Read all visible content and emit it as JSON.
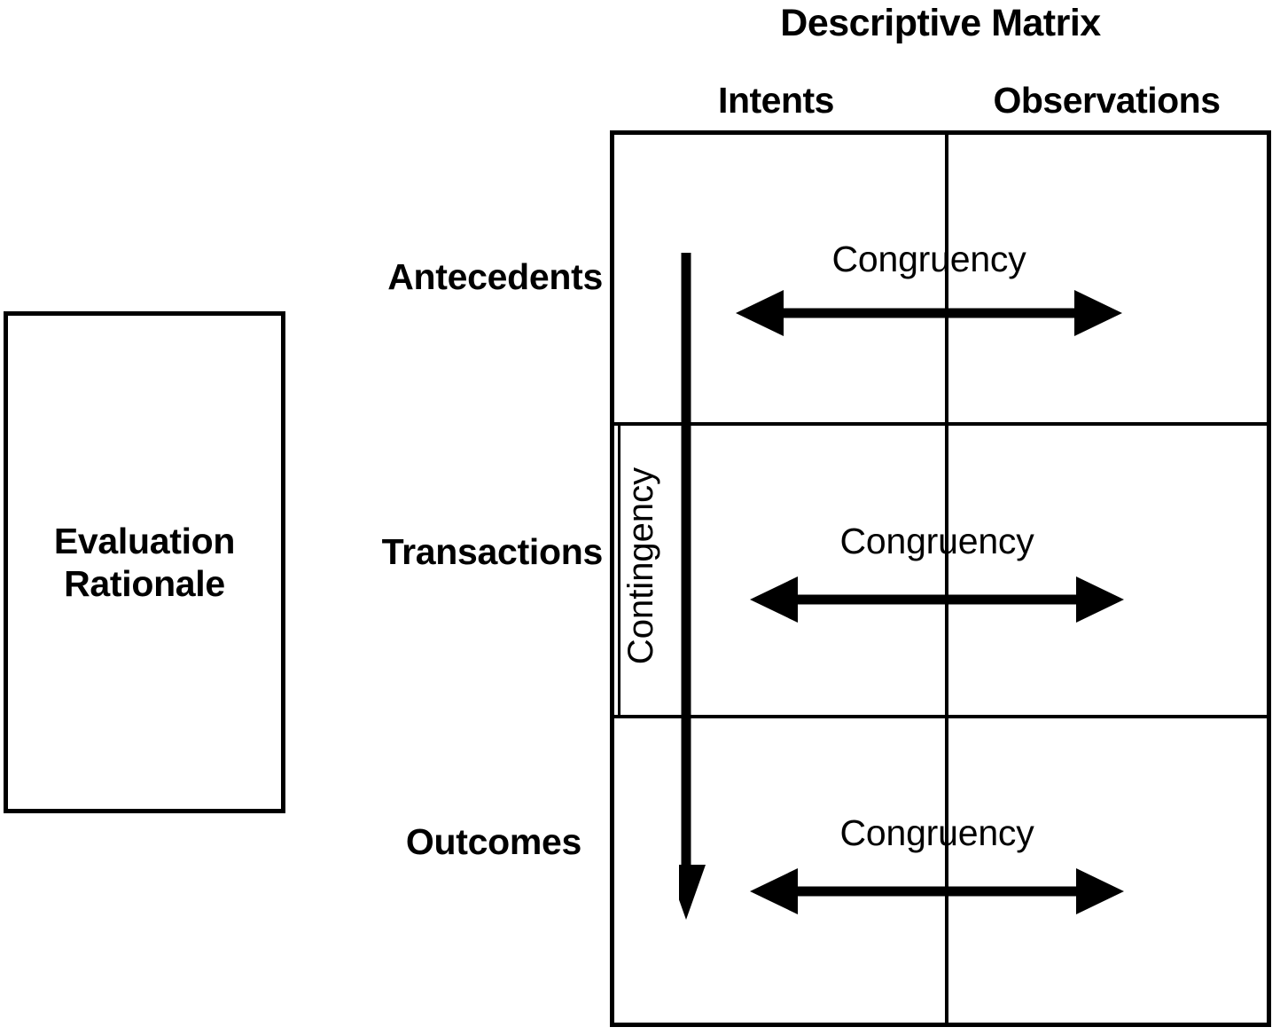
{
  "diagram": {
    "title": "Descriptive Matrix",
    "columns": [
      {
        "label": "Intents"
      },
      {
        "label": "Observations"
      }
    ],
    "rows": [
      {
        "label": "Antecedents",
        "relation": "Congruency"
      },
      {
        "label": "Transactions",
        "relation": "Congruency"
      },
      {
        "label": "Outcomes",
        "relation": "Congruency"
      }
    ],
    "side_box": {
      "label": "Evaluation\nRationale"
    },
    "vertical_relation": {
      "label": "Contingency",
      "direction": "downward",
      "spans": "Antecedents to Outcomes"
    },
    "horizontal_relation": {
      "label": "Congruency",
      "direction": "bidirectional",
      "between": "Intents and Observations"
    },
    "colors": {
      "stroke": "#000000",
      "background": "#ffffff",
      "text": "#000000"
    }
  }
}
